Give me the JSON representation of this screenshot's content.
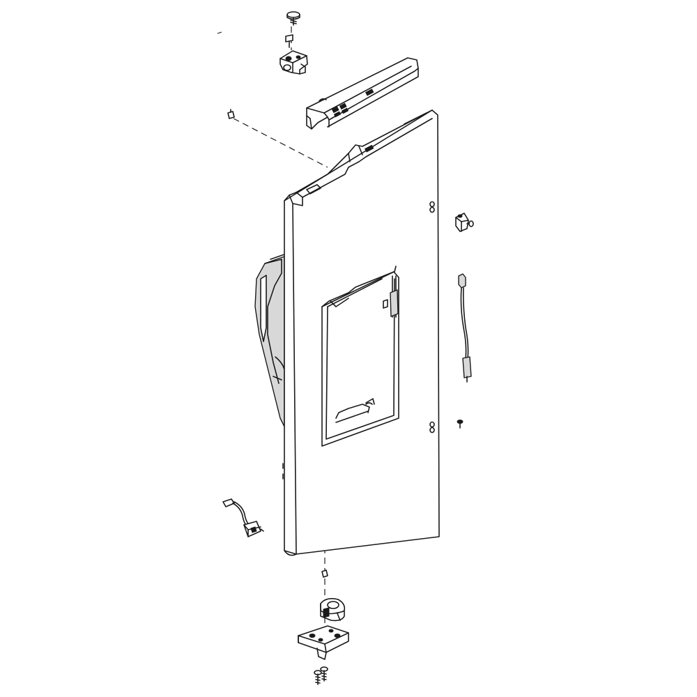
{
  "diagram": {
    "type": "exploded-parts-view",
    "subject": "refrigerator-door-assembly",
    "background_color": "#ffffff",
    "line_color": "#1a1a1a",
    "parts": [
      {
        "name": "top-hinge-screw",
        "icon": "screw-icon"
      },
      {
        "name": "top-hinge-bushing",
        "icon": "bushing-icon"
      },
      {
        "name": "top-hinge",
        "icon": "hinge-icon"
      },
      {
        "name": "door-top-cap",
        "icon": "cap-icon"
      },
      {
        "name": "door-plug-small",
        "icon": "plug-icon"
      },
      {
        "name": "door-panel",
        "icon": "door-icon"
      },
      {
        "name": "dispenser-recess",
        "icon": "dispenser-icon"
      },
      {
        "name": "handle-cover",
        "icon": "handle-icon"
      },
      {
        "name": "door-switch",
        "icon": "switch-icon"
      },
      {
        "name": "wire-harness-right",
        "icon": "wire-harness-icon"
      },
      {
        "name": "side-screw",
        "icon": "screw-icon"
      },
      {
        "name": "wire-harness-left",
        "icon": "wire-harness-icon"
      },
      {
        "name": "bottom-hinge-pin",
        "icon": "pin-icon"
      },
      {
        "name": "bottom-hinge-bushing",
        "icon": "bushing-icon"
      },
      {
        "name": "bottom-hinge-bracket",
        "icon": "bracket-icon"
      },
      {
        "name": "bottom-hinge-screws",
        "icon": "screw-icon"
      }
    ]
  }
}
